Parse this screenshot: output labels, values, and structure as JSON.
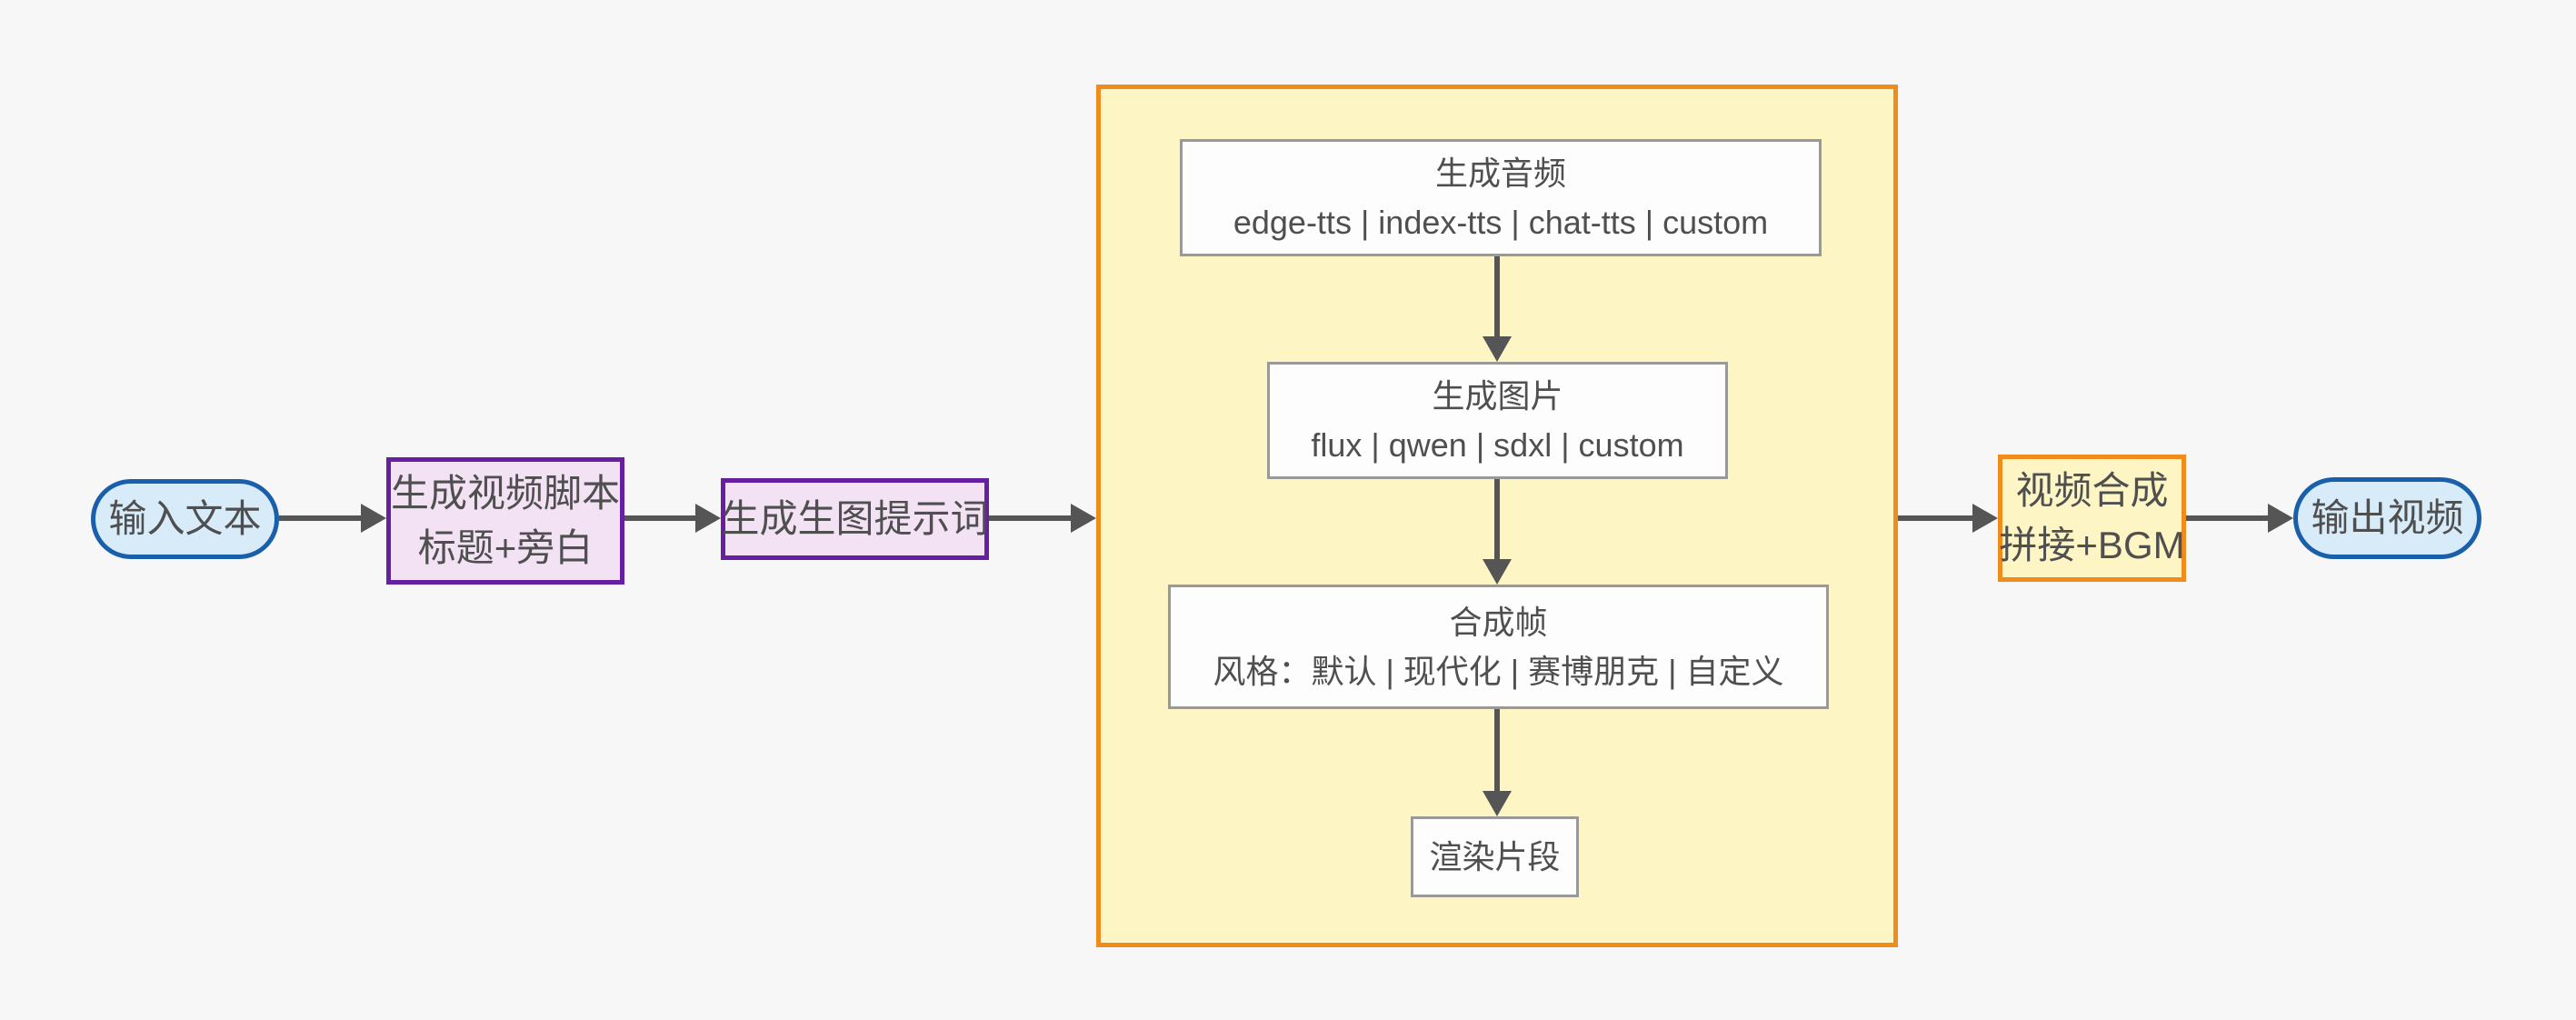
{
  "diagram": {
    "type": "flowchart",
    "direction": "left-to-right"
  },
  "colors": {
    "canvas-bg": "#f7f7f7",
    "text": "#4f4f4f",
    "arrow": "#555555",
    "io-fill": "#d7ebf8",
    "io-border": "#1a5fa9",
    "step-fill": "#f2e2f4",
    "step-border": "#671fa1",
    "group-fill": "#fdf5c4",
    "group-border": "#f08c1b",
    "task-fill": "#fdfdfd",
    "task-border": "#999999"
  },
  "nodes": {
    "input": {
      "label": "输入文本",
      "shape": "stadium"
    },
    "script": {
      "line1": "生成视频脚本",
      "line2": "标题+旁白",
      "shape": "rect"
    },
    "prompt": {
      "label": "生成生图提示词",
      "shape": "rect"
    },
    "audio": {
      "title": "生成音频",
      "options": "edge-tts | index-tts | chat-tts | custom",
      "shape": "rect"
    },
    "image": {
      "title": "生成图片",
      "options": "flux | qwen | sdxl | custom",
      "shape": "rect"
    },
    "frame": {
      "title": "合成帧",
      "options": "风格：默认 | 现代化 | 赛博朋克 | 自定义",
      "shape": "rect"
    },
    "render": {
      "label": "渲染片段",
      "shape": "rect"
    },
    "merge": {
      "line1": "视频合成",
      "line2": "拼接+BGM",
      "shape": "rect"
    },
    "output": {
      "label": "输出视频",
      "shape": "stadium"
    }
  },
  "edges": [
    {
      "from": "input",
      "to": "script"
    },
    {
      "from": "script",
      "to": "prompt"
    },
    {
      "from": "prompt",
      "to": "pipeline-group"
    },
    {
      "from": "audio",
      "to": "image"
    },
    {
      "from": "image",
      "to": "frame"
    },
    {
      "from": "frame",
      "to": "render"
    },
    {
      "from": "pipeline-group",
      "to": "merge"
    },
    {
      "from": "merge",
      "to": "output"
    }
  ]
}
